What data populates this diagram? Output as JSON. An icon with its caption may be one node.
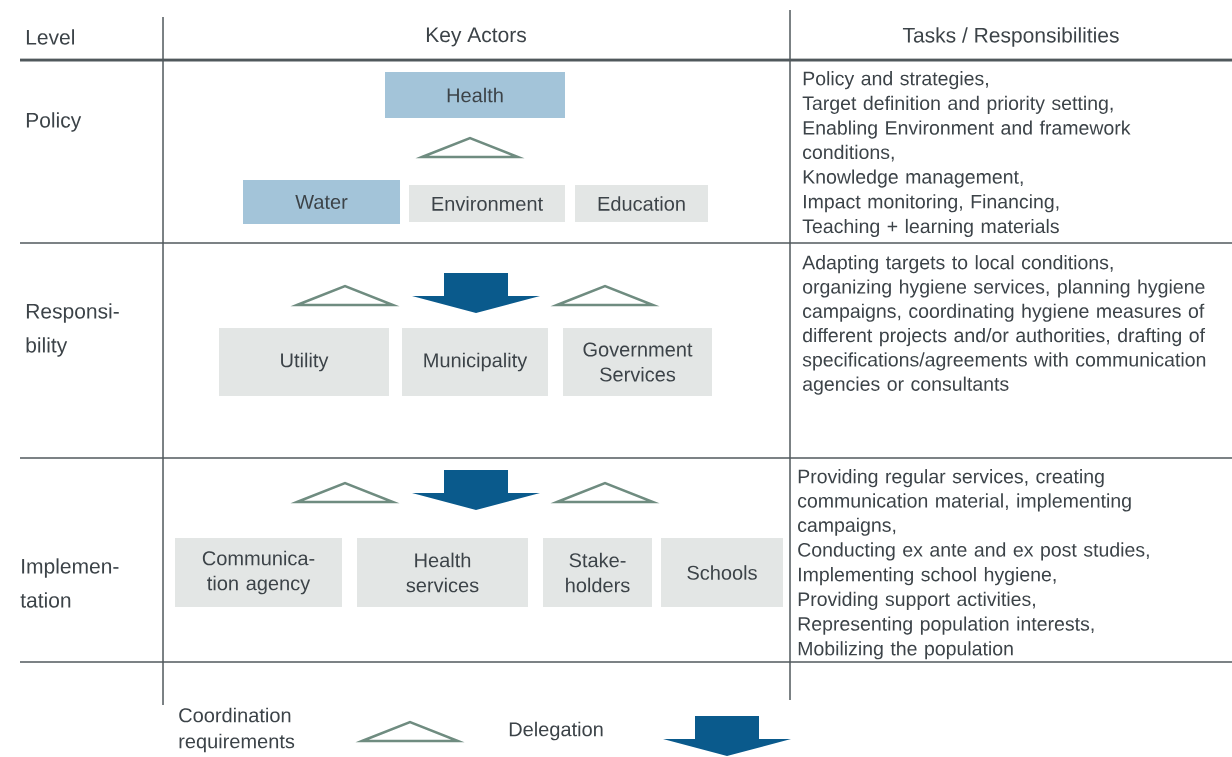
{
  "diagram": {
    "nodes": [
      {
        "text": [
          "Health"
        ]
      },
      {
        "text": [
          "Water"
        ]
      },
      {
        "text": [
          "Environment"
        ]
      },
      {
        "text": [
          "Education"
        ]
      },
      {
        "text": [
          "Utility"
        ]
      },
      {
        "text": [
          "Municipality"
        ]
      },
      {
        "text": [
          "Government Services"
        ]
      },
      {
        "text": [
          "Communica- tion agency"
        ]
      },
      {
        "text": [
          "Health services"
        ]
      },
      {
        "text": [
          "Stake- holders"
        ]
      },
      {
        "text": [
          "Schools"
        ]
      }
    ],
    "labels": [
      "Level",
      "Key Actors",
      "Tasks / Responsibilities",
      "Policy",
      "Policy and strategies,",
      "Target definition and priority setting,",
      "Enabling Environment and framework conditions,",
      "Knowledge management,",
      "Impact monitoring, Financing,",
      "Teaching + learning materials",
      "Responsi- bility",
      "Adapting targets to local conditions, organizing hygiene services, planning hygiene campaigns, coordinating hygiene measures of different projects and/or authorities, drafting of specifications/agreements with communication agencies or consultants",
      "Implemen- tation",
      "Providing regular services, creating communication material, implementing campaigns,",
      "Conducting ex ante and ex post studies,",
      "Implementing school hygiene,",
      "Providing support activities,",
      "Representing population interests,",
      "Mobilizing the population"
    ],
    "legend": [
      {
        "text": "Coordination requirements"
      },
      {
        "text": "Delegation"
      }
    ]
  }
}
